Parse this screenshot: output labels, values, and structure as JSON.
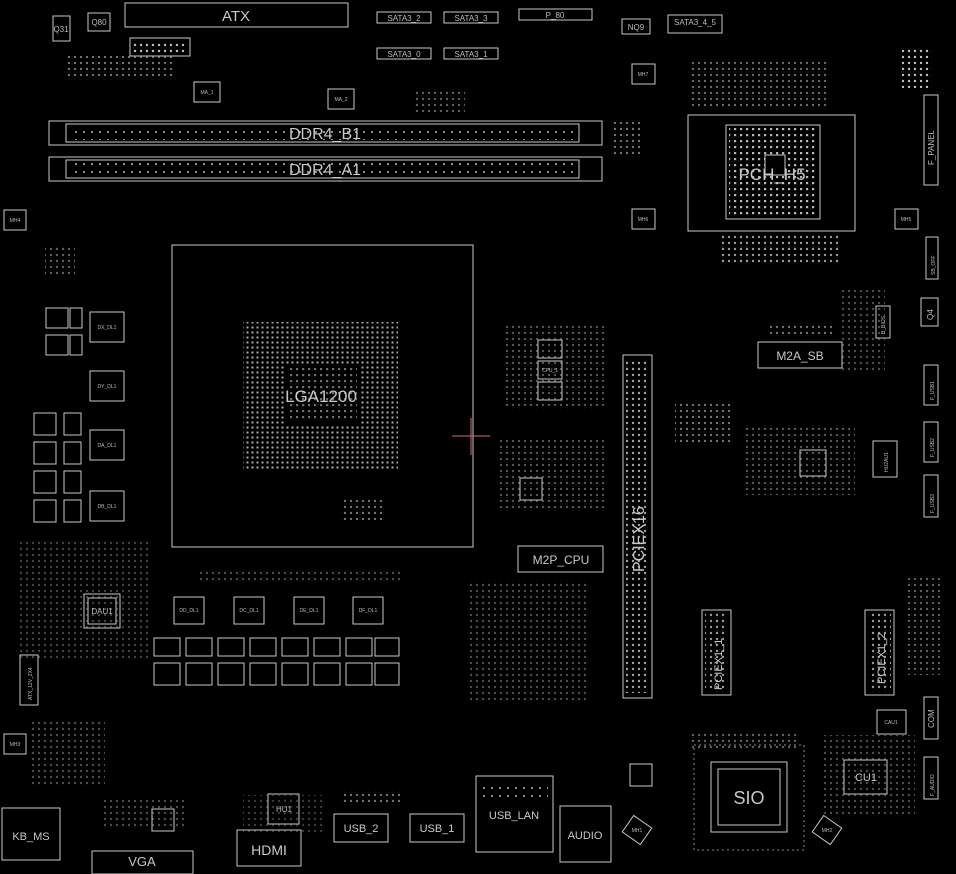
{
  "board": {
    "headers": {
      "atx": "ATX",
      "sata2": "SATA3_2",
      "sata3": "SATA3_3",
      "sata0": "SATA3_0",
      "sata1": "SATA3_1",
      "p80": "P_80",
      "nq9": "NQ9",
      "sata45": "SATA3_4_5",
      "q31": "Q31",
      "q80": "Q80"
    },
    "memory": {
      "dimm_b1": "DDR4_B1",
      "dimm_a1": "DDR4_A1"
    },
    "cpu": {
      "socket": "LGA1200"
    },
    "chipset": {
      "pch": "PCH_H5"
    },
    "mounting_holes": {
      "mh1": "MH1",
      "mh2": "MH2",
      "mh3": "MH3",
      "mh4": "MH4",
      "mh5": "MH5",
      "mh6": "MH6",
      "mh7": "MH7"
    },
    "slots": {
      "pciex16": "PCIEX16",
      "pciex1_1": "PCIEX1_1",
      "pciex1_2": "PCIEX1_2",
      "m2p_cpu": "M2P_CPU",
      "m2a_sb": "M2A_SB"
    },
    "rear_io": {
      "kb_ms": "KB_MS",
      "vga": "VGA",
      "hdmi": "HDMI",
      "hu1": "HU1",
      "usb2": "USB_2",
      "usb1": "USB_1",
      "usb_lan": "USB_LAN",
      "audio": "AUDIO"
    },
    "chips": {
      "sio": "SIO",
      "cu1": "CU1",
      "dau1": "DAU1",
      "cau1": "CAU1",
      "hu2au1": "HU2AU1",
      "cpu_1": "CPU_1",
      "ma_1": "MA_1",
      "ma_2": "MA_2"
    },
    "vrm": {
      "dx": "DX_DL1",
      "dy": "DY_DL1",
      "da": "DA_DL1",
      "db": "DB_DL1",
      "dd": "DD_DL1",
      "dc": "DC_DL1",
      "de": "DE_DL1",
      "df": "DF_DL1"
    },
    "right_headers": {
      "f_panel": "F_PANEL",
      "sb_off": "SB_OFF",
      "q4": "Q4",
      "f_usb1": "F_USB1",
      "f_usb2": "F_USB2",
      "f_usb3": "F_USB3",
      "com": "COM",
      "f_audio": "F_AUDIO",
      "b_bios": "B_BIOS"
    },
    "left_headers": {
      "atx12v": "ATX_12V_2X4"
    }
  }
}
